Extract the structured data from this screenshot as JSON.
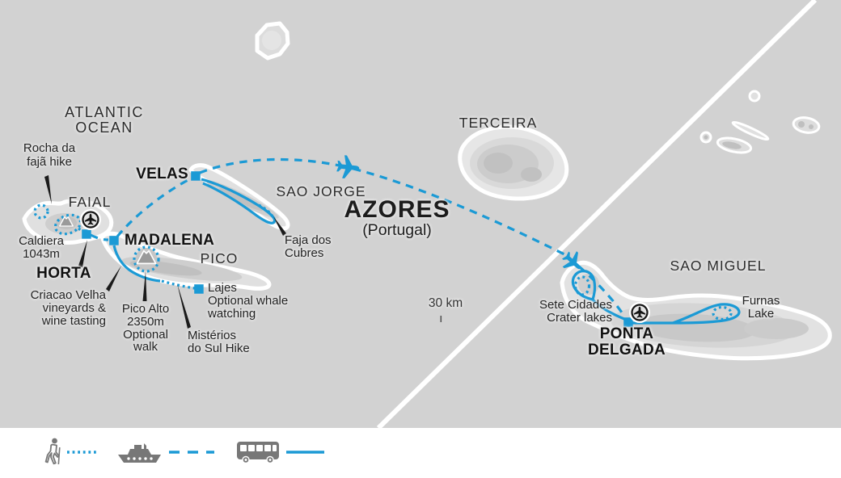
{
  "map": {
    "title_labels": {
      "ocean_line1": "ATLANTIC",
      "ocean_line2": "OCEAN",
      "archipelago": "AZORES",
      "archipelago_sub": "(Portugal)",
      "scale": "30 km"
    },
    "islands": {
      "faial": "FAIAL",
      "pico": "PICO",
      "sao_jorge": "SAO JORGE",
      "terceira": "TERCEIRA",
      "sao_miguel": "SAO MIGUEL"
    },
    "towns": {
      "velas": "VELAS",
      "madalena": "MADALENA",
      "horta": "HORTA",
      "ponta_line1": "PONTA",
      "ponta_line2": "DELGADA"
    },
    "annotations": {
      "rocha_line1": "Rocha da",
      "rocha_line2": "fajã hike",
      "caldiera_line1": "Caldiera",
      "caldiera_line2": "1043m",
      "criacao_line1": "Criacao Velha",
      "criacao_line2": "vineyards &",
      "criacao_line3": "wine tasting",
      "picoalto_line1": "Pico Alto",
      "picoalto_line2": "2350m",
      "picoalto_line3": "Optional",
      "picoalto_line4": "walk",
      "lajes_line1": "Lajes",
      "lajes_line2": "Optional whale",
      "lajes_line3": "watching",
      "misterios_line1": "Mistérios",
      "misterios_line2": "do Sul Hike",
      "faja_line1": "Faja dos",
      "faja_line2": "Cubres",
      "sete_line1": "Sete Cidades",
      "sete_line2": "Crater lakes",
      "furnas_line1": "Furnas",
      "furnas_line2": "Lake"
    },
    "legend": {
      "items": [
        {
          "icon": "hiker-icon",
          "line_style": "dotted"
        },
        {
          "icon": "ferry-icon",
          "line_style": "dashed"
        },
        {
          "icon": "bus-icon",
          "line_style": "solid"
        }
      ]
    },
    "colors": {
      "route_blue": "#1b9ad5",
      "sea_gray": "#d2d2d2",
      "land_light": "#e2e2e2",
      "legend_icon_gray": "#777777",
      "text_black": "#1e1e1e"
    }
  }
}
